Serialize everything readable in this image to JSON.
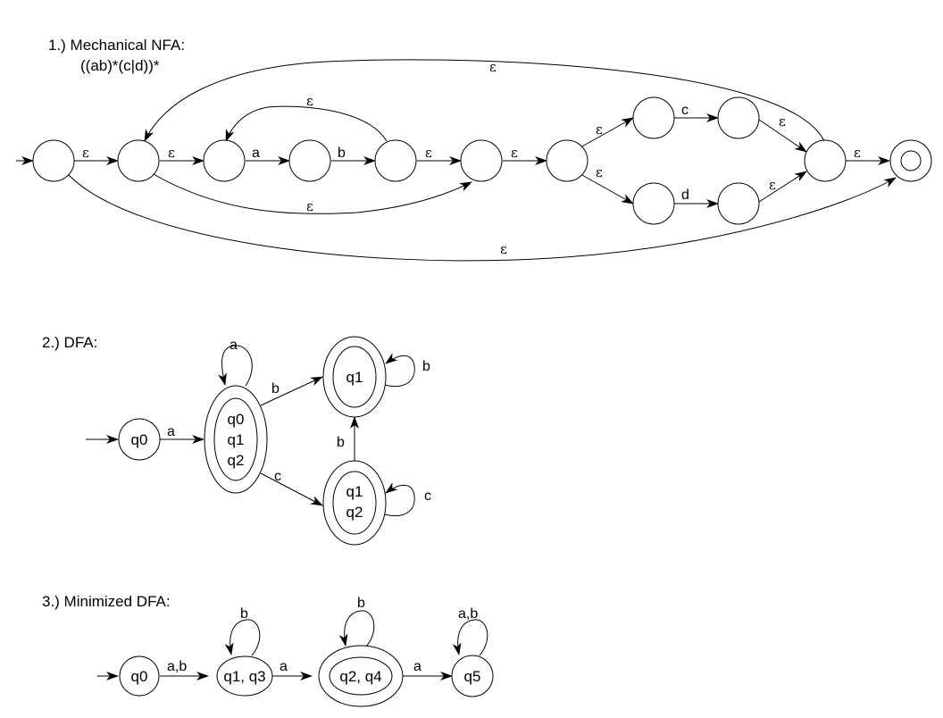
{
  "colors": {
    "stroke": "#000000",
    "background": "#ffffff"
  },
  "sections": {
    "nfa": {
      "title": "1.) Mechanical NFA:",
      "regex": "((ab)*(c|d))*",
      "labels": {
        "e1": "ε",
        "e2": "ε",
        "a": "a",
        "b": "b",
        "e3": "ε",
        "e4": "ε",
        "e_upper": "ε",
        "e_lower": "ε",
        "c": "c",
        "d": "d",
        "e_c_join": "ε",
        "e_d_join": "ε",
        "e_final": "ε",
        "e_loop_ab": "ε",
        "e_skip_ab": "ε",
        "e_outer_loop": "ε",
        "e_outer_skip": "ε"
      }
    },
    "dfa": {
      "title": "2.) DFA:",
      "states": {
        "s0": "q0",
        "s1": [
          "q0",
          "q1",
          "q2"
        ],
        "s2": "q1",
        "s3": [
          "q1",
          "q2"
        ]
      },
      "labels": {
        "s0_s1": "a",
        "s1_loop": "a",
        "s1_s2": "b",
        "s1_s3": "c",
        "s3_s2": "b",
        "s2_loop": "b",
        "s3_loop": "c"
      }
    },
    "min": {
      "title": "3.) Minimized DFA:",
      "states": {
        "m0": "q0",
        "m1": "q1, q3",
        "m2": "q2, q4",
        "m3": "q5"
      },
      "labels": {
        "m0_m1": "a,b",
        "m1_loop": "b",
        "m1_m2": "a",
        "m2_loop": "b",
        "m2_m3": "a",
        "m3_loop": "a,b"
      }
    }
  }
}
